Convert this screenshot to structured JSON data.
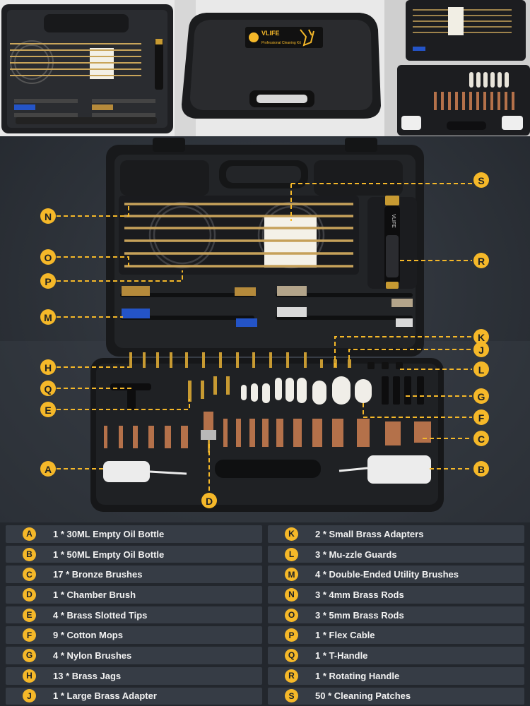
{
  "thumbnails": {
    "case_brand": "VLIFE",
    "case_subtitle": "Professional Cleaning Kit"
  },
  "main_photo": {
    "handle_brand": "VLIFE"
  },
  "accent_color": "#f5b829",
  "callouts": [
    {
      "letter": "S"
    },
    {
      "letter": "N"
    },
    {
      "letter": "O"
    },
    {
      "letter": "P"
    },
    {
      "letter": "R"
    },
    {
      "letter": "M"
    },
    {
      "letter": "K"
    },
    {
      "letter": "J"
    },
    {
      "letter": "H"
    },
    {
      "letter": "L"
    },
    {
      "letter": "Q"
    },
    {
      "letter": "G"
    },
    {
      "letter": "E"
    },
    {
      "letter": "F"
    },
    {
      "letter": "C"
    },
    {
      "letter": "A"
    },
    {
      "letter": "B"
    },
    {
      "letter": "D"
    }
  ],
  "legend": {
    "left": [
      {
        "letter": "A",
        "text": "1 * 30ML Empty Oil Bottle"
      },
      {
        "letter": "B",
        "text": "1 * 50ML Empty Oil Bottle"
      },
      {
        "letter": "C",
        "text": "17 * Bronze Brushes"
      },
      {
        "letter": "D",
        "text": "1 * Chamber Brush"
      },
      {
        "letter": "E",
        "text": "4 * Brass Slotted Tips"
      },
      {
        "letter": "F",
        "text": "9 * Cotton Mops"
      },
      {
        "letter": "G",
        "text": "4 * Nylon Brushes"
      },
      {
        "letter": "H",
        "text": "13 * Brass Jags"
      },
      {
        "letter": "J",
        "text": "1 * Large Brass Adapter"
      }
    ],
    "right": [
      {
        "letter": "K",
        "text": "2 * Small Brass Adapters"
      },
      {
        "letter": "L",
        "text": "3 * Mu-zzle Guards"
      },
      {
        "letter": "M",
        "text": "4 * Double-Ended Utility Brushes"
      },
      {
        "letter": "N",
        "text": "3 * 4mm Brass Rods"
      },
      {
        "letter": "O",
        "text": "3 * 5mm Brass Rods"
      },
      {
        "letter": "P",
        "text": "1 * Flex Cable"
      },
      {
        "letter": "Q",
        "text": "1 * T-Handle"
      },
      {
        "letter": "R",
        "text": "1 * Rotating Handle"
      },
      {
        "letter": "S",
        "text": "50 * Cleaning Patches"
      }
    ]
  }
}
